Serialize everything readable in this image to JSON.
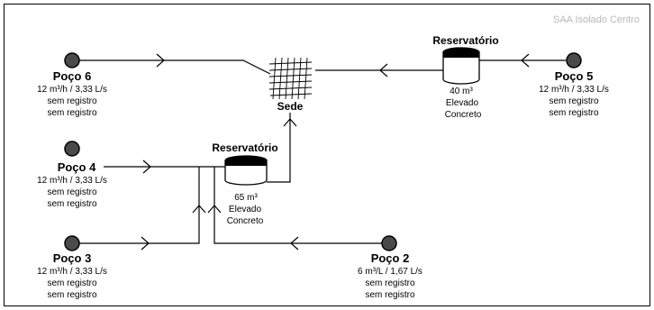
{
  "title": "SAA Isolado Centro",
  "sede_label": "Sede",
  "reservoirs": {
    "r1": {
      "label": "Reservatório",
      "volume": "40 m³",
      "type": "Elevado",
      "material": "Concreto"
    },
    "r2": {
      "label": "Reservatório",
      "volume": "65 m³",
      "type": "Elevado",
      "material": "Concreto"
    }
  },
  "wells": {
    "p6": {
      "name": "Poço 6",
      "flow": "12 m³/h  /  3,33 L/s",
      "line1": "sem registro",
      "line2": "sem registro"
    },
    "p5": {
      "name": "Poço 5",
      "flow": "12 m³/h  /  3,33 L/s",
      "line1": "sem registro",
      "line2": "sem registro"
    },
    "p4": {
      "name": "Poço 4",
      "flow": "12 m³/h  / 3,33 L/s",
      "line1": "sem registro",
      "line2": "sem registro"
    },
    "p3": {
      "name": "Poço 3",
      "flow": "12 m³/h / 3,33 L/s",
      "line1": "sem registro",
      "line2": "sem registro"
    },
    "p2": {
      "name": "Poço 2",
      "flow": "6 m³/L  /  1,67 L/s",
      "line1": "sem registro",
      "line2": "sem registro"
    }
  }
}
